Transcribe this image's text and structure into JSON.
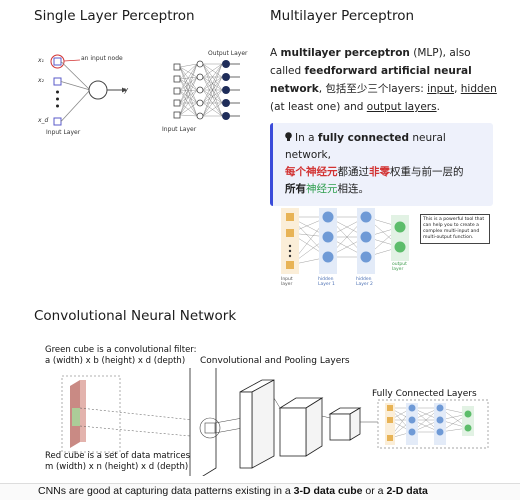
{
  "slp": {
    "title": "Single Layer Perceptron",
    "input_node_label": "an input node",
    "input_layer_label": "Input Layer",
    "output_layer_label": "Output Layer",
    "input_layer_label2": "Input Layer",
    "x1": "x₁",
    "x2": "x₂",
    "xd": "x_d",
    "y": "y"
  },
  "mlp": {
    "title": "Multilayer Perceptron",
    "p_a": "A ",
    "p_b": "multilayer perceptron",
    "p_c": " (MLP), also called ",
    "p_d": "feedforward artificial neural network",
    "p_e": ", 包括至少三个layers: ",
    "p_input": "input",
    "p_f": ", ",
    "p_hidden": "hidden",
    "p_g": " (at least one) and ",
    "p_output": "output layers",
    "p_h": ".",
    "callout_a": "In a ",
    "callout_b": "fully connected",
    "callout_c": " neural network,",
    "callout_d": "每个神经元",
    "callout_e": "都通过",
    "callout_f": "非零",
    "callout_g": "权重与前一层的",
    "callout_h": "所有",
    "callout_i": "神经元",
    "callout_j": "相连。",
    "note_text": "This is a powerful tool that can help you to create a complex multi-input and multi-output function.",
    "input_layer": "Input layer",
    "hidden_layer1": "hidden Layer 1",
    "hidden_layer2": "hidden Layer 2",
    "output_layer": "output layer"
  },
  "cnn": {
    "title": "Convolutional Neural Network",
    "green_cube_line1": "Green cube is a convolutional filter:",
    "green_cube_line2": "a (width) x b (height) x d (depth)",
    "red_cube_line1": "Red cube is a set of data matrices:",
    "red_cube_line2": "m (width) x n (height) x d (depth)",
    "conv_pool_label": "Convolutional and Pooling Layers",
    "fc_label": "Fully Connected Layers"
  },
  "bottom": {
    "text_a": "CNNs are good at capturing data patterns existing in a ",
    "text_b": "3-D data cube",
    "text_c": " or a ",
    "text_d": "2-D data"
  },
  "colors": {
    "accent_blue": "#3a4bd9",
    "red": "#d23232",
    "green": "#2e9e4e",
    "node_navy": "#1f2d5a"
  }
}
